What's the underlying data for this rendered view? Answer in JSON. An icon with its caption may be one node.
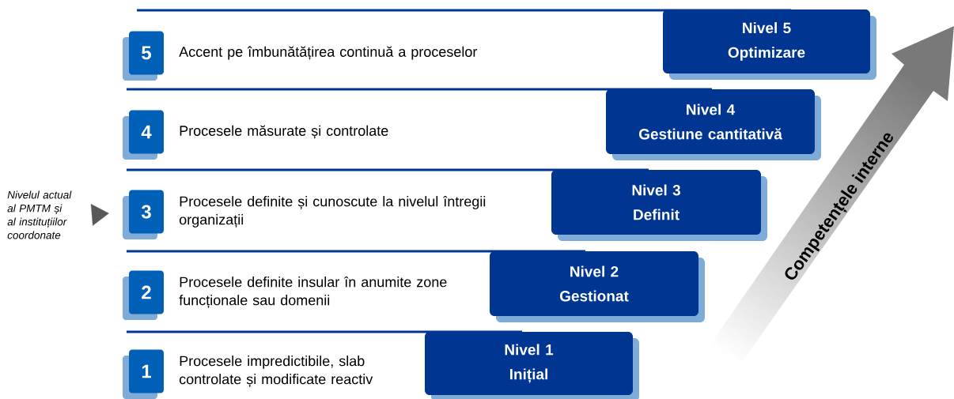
{
  "diagram": {
    "nodes": [
      {
        "text": [
          "5"
        ],
        "beside": [
          "Accent pe îmbunătățirea continuă a proceselor"
        ]
      },
      {
        "text": [
          "Nivel 5",
          "Optimizare"
        ]
      },
      {
        "text": [
          "4"
        ],
        "beside": [
          "Procesele măsurate și controlate"
        ]
      },
      {
        "text": [
          "Nivel 4",
          "Gestiune cantitativă"
        ]
      },
      {
        "text": [
          "Nivelul actual al PMTM și al instituțiilor coordonate"
        ]
      },
      {
        "text": [
          "3"
        ],
        "beside": [
          "Procesele definite și cunoscute la nivelul întregii organizații"
        ]
      },
      {
        "text": [
          "Nivel 3",
          "Definit"
        ]
      },
      {
        "text": [
          "2"
        ],
        "beside": [
          "Procesele definite insular în anumite zone funcționale sau domenii"
        ]
      },
      {
        "text": [
          "Nivel 2",
          "Gestionat"
        ]
      },
      {
        "text": [
          "1"
        ],
        "beside": [
          "Procesele impredictibile, slab controlate și modificate reactiv"
        ]
      },
      {
        "text": [
          "Nivel 1",
          "Inițial"
        ]
      }
    ],
    "edges": [
      {
        "from": 4,
        "to": 5,
        "arrow": "to"
      }
    ],
    "labels": [
      "Competențele interne"
    ]
  }
}
